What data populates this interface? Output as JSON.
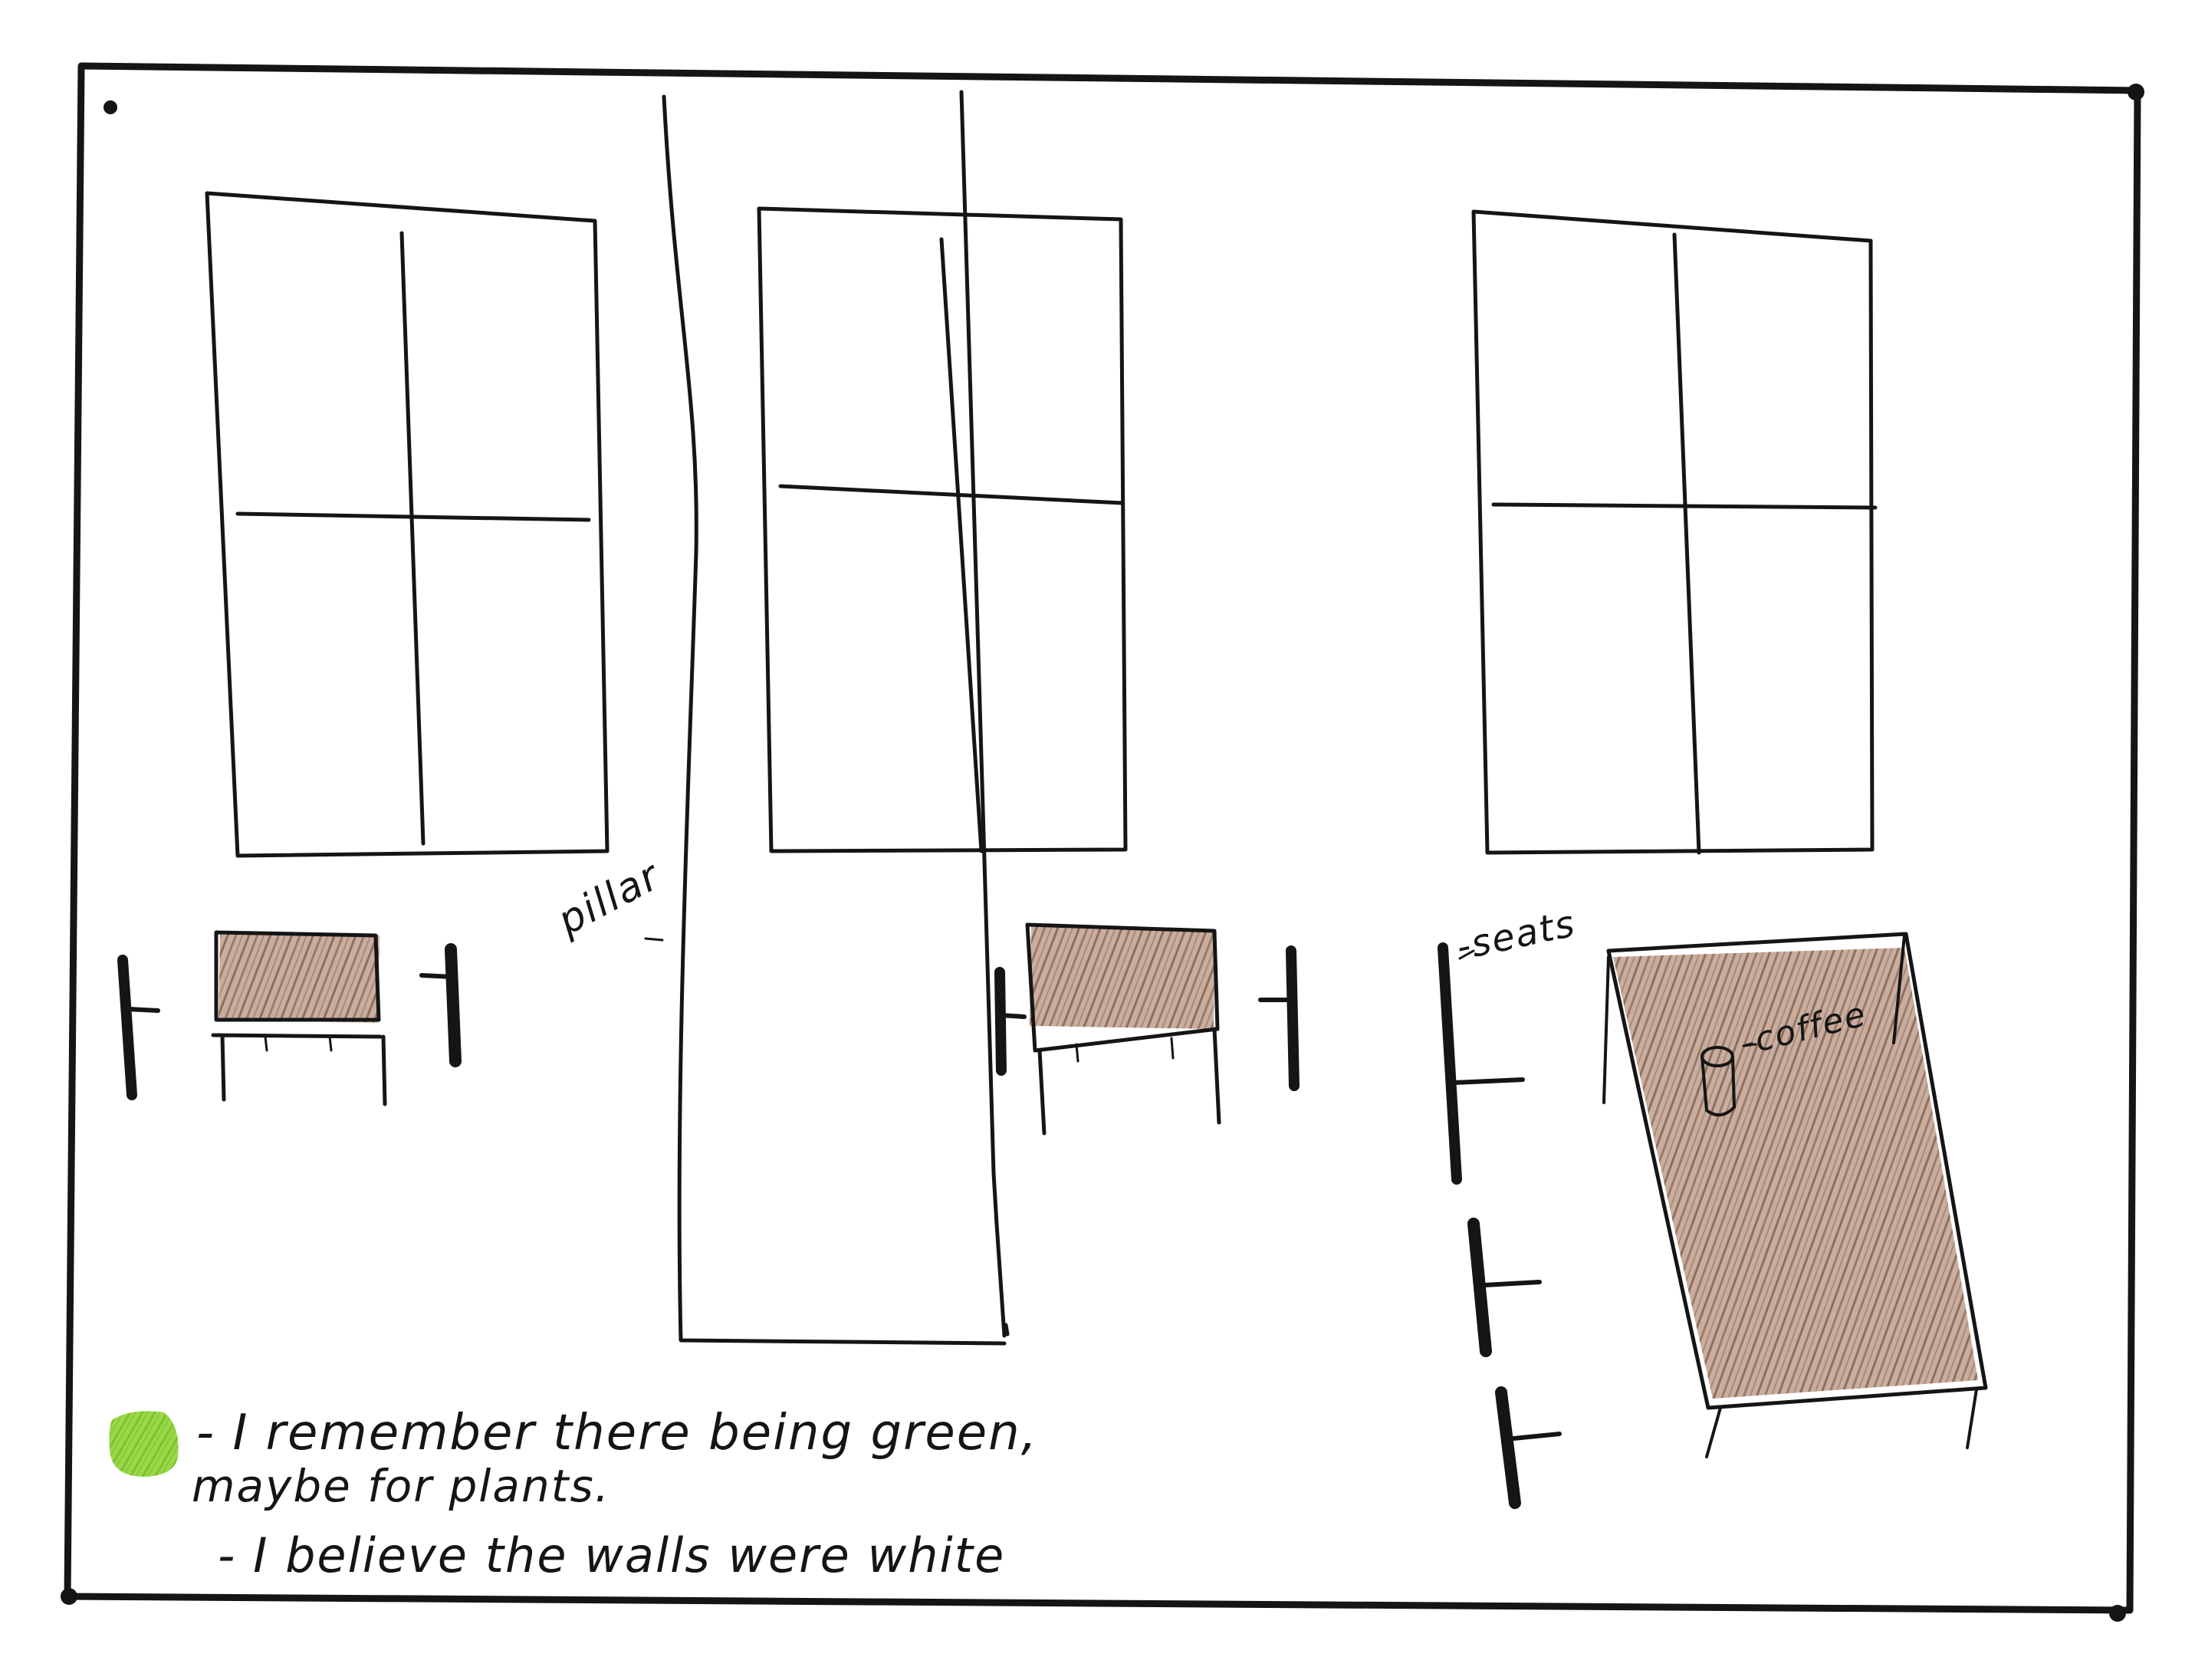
{
  "labels": {
    "pillar": "pillar",
    "seats": "-seats",
    "coffee": "-coffee"
  },
  "notes": {
    "line1": "- I remember there being green,",
    "line2": "maybe for plants.",
    "line3": "- I believe the walls were white"
  },
  "colors": {
    "ink": "#151515",
    "table_fill": "#b49585",
    "green_swatch": "#8fd23c",
    "paper": "#ffffff"
  }
}
